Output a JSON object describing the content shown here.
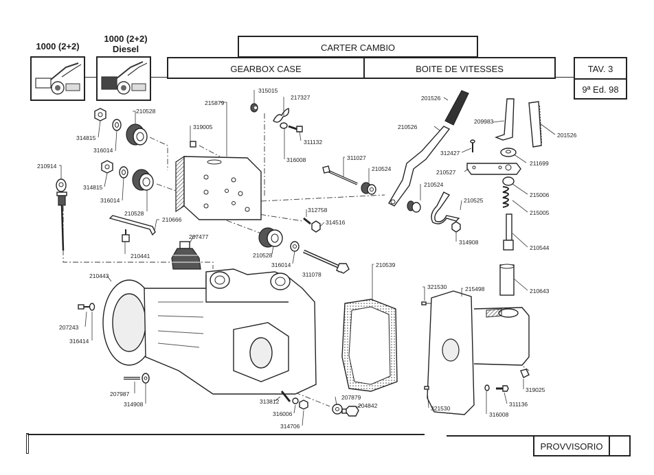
{
  "header": {
    "models": [
      {
        "label_line1": "1000 (2+2)",
        "label_line2": ""
      },
      {
        "label_line1": "1000 (2+2)",
        "label_line2": "Diesel"
      }
    ],
    "title_it": "CARTER CAMBIO",
    "title_en": "GEARBOX CASE",
    "title_fr": "BOITE DE VITESSES",
    "table_number": "TAV. 3",
    "edition": "9ª Ed. 98"
  },
  "footer": {
    "status": "PROVVISORIO"
  },
  "parts": {
    "p314815a": "314815",
    "p316014a": "316014",
    "p210528a": "210528",
    "p314815b": "314815",
    "p316014b": "316014",
    "p210528b": "210528",
    "p210914": "210914",
    "p210666": "210666",
    "p210441": "210441",
    "p215879": "215879",
    "p319005": "319005",
    "p315015": "315015",
    "p217327": "217327",
    "p311132": "311132",
    "p316008a": "316008",
    "p311027": "311027",
    "p210524a": "210524",
    "p312758": "312758",
    "p314516": "314516",
    "p207477": "207477",
    "p210528c": "210528",
    "p316014c": "316014",
    "p311078": "311078",
    "p201526a": "201526",
    "p210526": "210526",
    "p209983": "209983",
    "p201526b": "201526",
    "p312427": "312427",
    "p211699": "211699",
    "p210527": "210527",
    "p210524b": "210524",
    "p210525": "210525",
    "p215006": "215006",
    "p215005": "215005",
    "p314908a": "314908",
    "p210544": "210544",
    "p210643": "210643",
    "p210539": "210539",
    "p321530a": "321530",
    "p215498": "215498",
    "p319025": "319025",
    "p311136": "311136",
    "p316008b": "316008",
    "p321530b": "321530",
    "p210443": "210443",
    "p207243": "207243",
    "p316414": "316414",
    "p207987": "207987",
    "p314908b": "314908",
    "p313812": "313812",
    "p316006": "316006",
    "p314706": "314706",
    "p207879": "207879",
    "p204842": "204842"
  }
}
